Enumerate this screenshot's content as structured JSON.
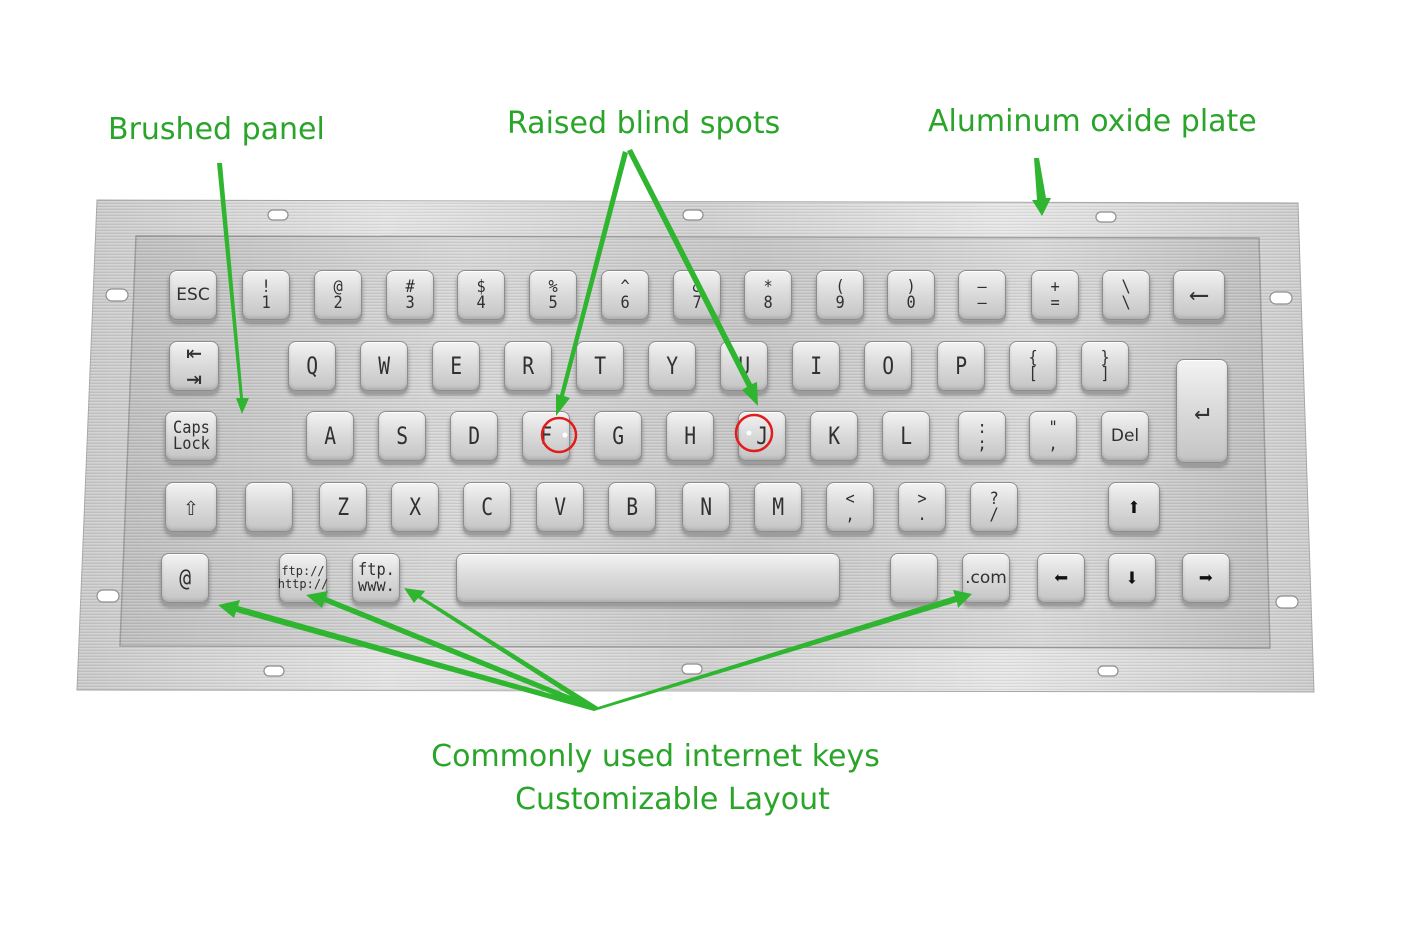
{
  "callouts": {
    "brushed_panel": "Brushed panel",
    "raised_blind_spots": "Raised blind spots",
    "aluminum_oxide_plate": "Aluminum oxide plate",
    "internet_keys_line1": "Commonly used internet keys",
    "internet_keys_line2": "Customizable Layout"
  },
  "colors": {
    "callout_text": "#2aa52a",
    "arrow": "#2fb52f",
    "highlight_circle": "#e21b1b",
    "panel": "#c8c8c8",
    "plate": "#d6d6d6"
  },
  "keyboard": {
    "row1": [
      {
        "name": "esc",
        "top": "ESC"
      },
      {
        "name": "1",
        "top": "!",
        "bottom": "1"
      },
      {
        "name": "2",
        "top": "@",
        "bottom": "2"
      },
      {
        "name": "3",
        "top": "#",
        "bottom": "3"
      },
      {
        "name": "4",
        "top": "$",
        "bottom": "4"
      },
      {
        "name": "5",
        "top": "%",
        "bottom": "5"
      },
      {
        "name": "6",
        "top": "^",
        "bottom": "6"
      },
      {
        "name": "7",
        "top": "&",
        "bottom": "7"
      },
      {
        "name": "8",
        "top": "*",
        "bottom": "8"
      },
      {
        "name": "9",
        "top": "(",
        "bottom": "9"
      },
      {
        "name": "0",
        "top": ")",
        "bottom": "0"
      },
      {
        "name": "minus",
        "top": "—",
        "bottom": "–"
      },
      {
        "name": "equals",
        "top": "+",
        "bottom": "="
      },
      {
        "name": "backslash",
        "top": "\\",
        "bottom": "\\"
      },
      {
        "name": "backspace",
        "icon": "backspace-arrow-icon",
        "glyph": "⟵"
      }
    ],
    "row2": [
      {
        "name": "tab",
        "icon": "tab-arrows-icon",
        "glyph": "⇤",
        "glyph2": "⇥"
      },
      {
        "name": "q",
        "top": "Q"
      },
      {
        "name": "w",
        "top": "W"
      },
      {
        "name": "e",
        "top": "E"
      },
      {
        "name": "r",
        "top": "R"
      },
      {
        "name": "t",
        "top": "T"
      },
      {
        "name": "y",
        "top": "Y"
      },
      {
        "name": "u",
        "top": "U"
      },
      {
        "name": "i",
        "top": "I"
      },
      {
        "name": "o",
        "top": "O"
      },
      {
        "name": "p",
        "top": "P"
      },
      {
        "name": "bracket-left",
        "top": "{",
        "bottom": "["
      },
      {
        "name": "bracket-right",
        "top": "}",
        "bottom": "]"
      }
    ],
    "row3": [
      {
        "name": "caps-lock",
        "top": "Caps",
        "bottom": "Lock"
      },
      {
        "name": "a",
        "top": "A"
      },
      {
        "name": "s",
        "top": "S"
      },
      {
        "name": "d",
        "top": "D"
      },
      {
        "name": "f",
        "top": "F"
      },
      {
        "name": "g",
        "top": "G"
      },
      {
        "name": "h",
        "top": "H"
      },
      {
        "name": "j",
        "top": "J"
      },
      {
        "name": "k",
        "top": "K"
      },
      {
        "name": "l",
        "top": "L"
      },
      {
        "name": "semicolon",
        "top": ":",
        "bottom": ";"
      },
      {
        "name": "quote",
        "top": "\"",
        "bottom": ","
      },
      {
        "name": "del",
        "top": "Del"
      }
    ],
    "enter": {
      "name": "enter",
      "icon": "enter-arrow-icon",
      "glyph": "↵"
    },
    "row4": [
      {
        "name": "shift",
        "icon": "shift-arrow-icon",
        "glyph": "⇧"
      },
      {
        "name": "blank-1",
        "top": ""
      },
      {
        "name": "z",
        "top": "Z"
      },
      {
        "name": "x",
        "top": "X"
      },
      {
        "name": "c",
        "top": "C"
      },
      {
        "name": "v",
        "top": "V"
      },
      {
        "name": "b",
        "top": "B"
      },
      {
        "name": "n",
        "top": "N"
      },
      {
        "name": "m",
        "top": "M"
      },
      {
        "name": "comma",
        "top": "<",
        "bottom": ","
      },
      {
        "name": "period",
        "top": ">",
        "bottom": "."
      },
      {
        "name": "slash",
        "top": "?",
        "bottom": "/"
      },
      {
        "name": "arrow-up",
        "icon": "arrow-up-icon",
        "glyph": "⬆"
      }
    ],
    "row5": [
      {
        "name": "at",
        "top": "@"
      },
      {
        "name": "ftp-http",
        "top": "ftp://",
        "bottom": "http://"
      },
      {
        "name": "ftp-www",
        "top": "ftp.",
        "bottom": "www."
      },
      {
        "name": "space",
        "top": ""
      },
      {
        "name": "blank-2",
        "top": ""
      },
      {
        "name": "dot-com",
        "top": ".com"
      },
      {
        "name": "arrow-left",
        "icon": "arrow-left-icon",
        "glyph": "⬅"
      },
      {
        "name": "arrow-down",
        "icon": "arrow-down-icon",
        "glyph": "⬇"
      },
      {
        "name": "arrow-right",
        "icon": "arrow-right-icon",
        "glyph": "➡"
      }
    ]
  }
}
